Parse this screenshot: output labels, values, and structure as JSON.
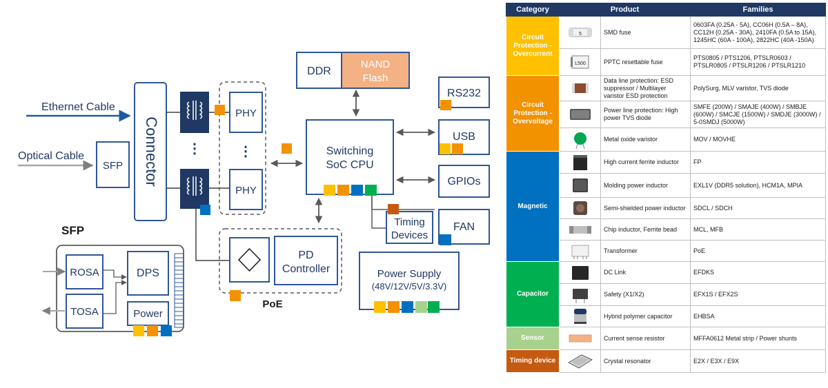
{
  "diagram": {
    "ethernet_label": "Ethernet Cable",
    "optical_label": "Optical Cable",
    "connector": "Connector",
    "sfp_small": "SFP",
    "phy": "PHY",
    "dots": "⋮",
    "ddr": "DDR",
    "nand_1": "NAND",
    "nand_2": "Flash",
    "soc_1": "Switching",
    "soc_2": "SoC CPU",
    "rs232": "RS232",
    "usb": "USB",
    "gpios": "GPIOs",
    "timing_1": "Timing",
    "timing_2": "Devices",
    "fan": "FAN",
    "pd_1": "PD",
    "pd_2": "Controller",
    "poe": "PoE",
    "power_1": "Power Supply",
    "power_2": "(48V/12V/5V/3.3V)",
    "sfp_title": "SFP",
    "rosa": "ROSA",
    "tosa": "TOSA",
    "dps": "DPS",
    "sfp_power": "Power"
  },
  "colors": {
    "navy": "#1f3864",
    "box_border": "#2e5597",
    "orange": "#f29200",
    "nand_fill": "#f4b183",
    "yellow": "#ffc000",
    "blue": "#0070c0",
    "green": "#00b050",
    "light_green": "#a9d18e",
    "brown": "#c55a11"
  },
  "table": {
    "headers": [
      "Category",
      "Product",
      "Families"
    ],
    "categories": [
      {
        "label": "Circuit Protection - Overcurrent",
        "color": "#ffc000",
        "rows": 2
      },
      {
        "label": "Circuit Protection - Overvoltage",
        "color": "#f29200",
        "rows": 3
      },
      {
        "label": "Magnetic",
        "color": "#0070c0",
        "rows": 5
      },
      {
        "label": "Capacitor",
        "color": "#00b050",
        "rows": 3
      },
      {
        "label": "Sensor",
        "color": "#a9d18e",
        "rows": 1
      },
      {
        "label": "Timing device",
        "color": "#c55a11",
        "rows": 1
      }
    ],
    "rows": [
      {
        "product": "SMD fuse",
        "families": "0603FA (0.25A - 5A), CC06H (0.5A – 8A), CC12H (0.25A - 30A), 2410FA (0.5A to 15A), 1245HC (60A - 100A), 2822HC (40A -150A)",
        "icon": "smd-fuse-icon",
        "icon_text": "5"
      },
      {
        "product": "PPTC resettable fuse",
        "families": "PTS0805 / PTS1206, PTSLR0603 / PTSLR0805 / PTSLR1206 / PTSLR1210",
        "icon": "pptc-fuse-icon",
        "icon_text": "L500"
      },
      {
        "product": "Data line protection: ESD suppressor / Multilayer varistor ESD protection",
        "families": "PolySurg, MLV varistor, TVS diode",
        "icon": "esd-suppressor-icon"
      },
      {
        "product": "Power line protection: High power TVS diode",
        "families": "SMFE (200W) / SMAJE (400W) / SMBJE (600W) / SMCJE (1500W) / SMDJE (3000W) / 5-0SMDJ (5000W)",
        "icon": "tvs-diode-icon"
      },
      {
        "product": "Metal oxide varistor",
        "families": "MOV / MOVHE",
        "icon": "varistor-icon"
      },
      {
        "product": "High current ferrite inductor",
        "families": "FP",
        "icon": "ferrite-inductor-icon"
      },
      {
        "product": "Molding power inductor",
        "families": "EXL1V (DDR5 solution), HCM1A, MPIA",
        "icon": "molding-inductor-icon"
      },
      {
        "product": "Semi-shielded power inductor",
        "families": "SDCL / SDCH",
        "icon": "semi-shielded-inductor-icon"
      },
      {
        "product": "Chip inductor, Ferrite bead",
        "families": "MCL, MFB",
        "icon": "chip-inductor-icon"
      },
      {
        "product": "Transformer",
        "families": "PoE",
        "icon": "transformer-icon"
      },
      {
        "product": "DC Link",
        "families": "EFDKS",
        "icon": "dc-link-capacitor-icon"
      },
      {
        "product": "Safety (X1/X2)",
        "families": "EFX1S / EFX2S",
        "icon": "safety-capacitor-icon"
      },
      {
        "product": "Hybrid polymer capacitor",
        "families": "EHBSA",
        "icon": "polymer-capacitor-icon"
      },
      {
        "product": "Current sense resistor",
        "families": "MFFA0612 Metal strip / Power shunts",
        "icon": "sense-resistor-icon"
      },
      {
        "product": "Crystal resonator",
        "families": "E2X / E3X / E9X",
        "icon": "crystal-resonator-icon"
      }
    ]
  }
}
